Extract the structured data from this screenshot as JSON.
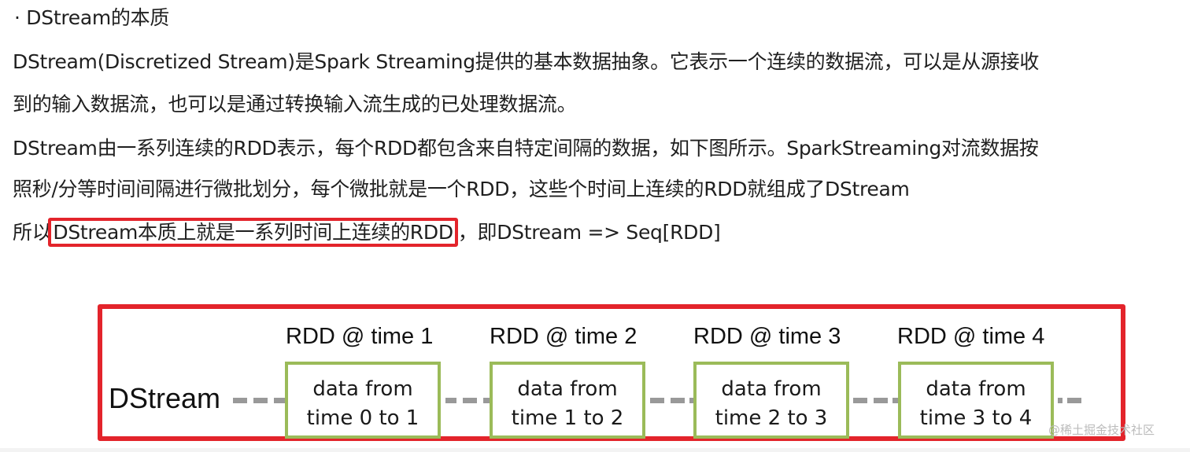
{
  "heading": "· DStream的本质",
  "paragraphs": [
    {
      "lines": [
        "DStream(Discretized Stream)是Spark Streaming提供的基本数据抽象。它表示一个连续的数据流，可以是从源接收",
        "到的输入数据流，也可以是通过转换输入流生成的已处理数据流。"
      ]
    },
    {
      "lines": [
        "DStream由一系列连续的RDD表示，每个RDD都包含来自特定间隔的数据，如下图所示。SparkStreaming对流数据按",
        "照秒/分等时间间隔进行微批划分，每个微批就是一个RDD，这些个时间上连续的RDD就组成了DStream"
      ]
    },
    {
      "prefix": "所以",
      "highlighted": "DStream本质上就是一系列时间上连续的RDD",
      "suffix": "，即DStream => Seq[RDD]"
    }
  ],
  "diagram": {
    "stream_label": "DStream",
    "rdds": [
      {
        "title": "RDD @ time 1",
        "line1": "data from",
        "line2": "time 0 to 1"
      },
      {
        "title": "RDD @ time 2",
        "line1": "data from",
        "line2": "time 1 to 2"
      },
      {
        "title": "RDD @ time 3",
        "line1": "data from",
        "line2": "time 2 to 3"
      },
      {
        "title": "RDD @ time 4",
        "line1": "data from",
        "line2": "time 3 to 4"
      }
    ],
    "colors": {
      "highlight_border": "#e3242b",
      "rdd_border": "#9bbb59",
      "dash": "#999999"
    }
  },
  "watermark": "@稀土掘金技术社区"
}
